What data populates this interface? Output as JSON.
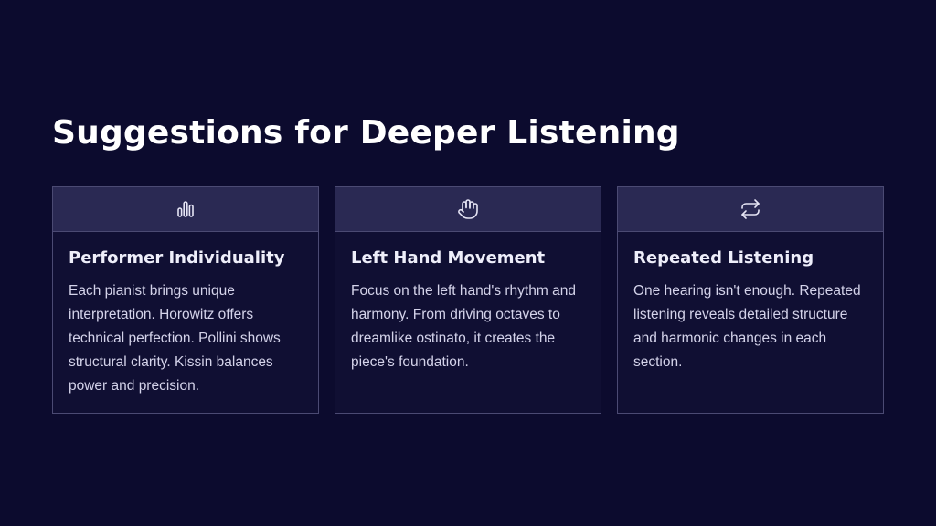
{
  "heading": "Suggestions for Deeper Listening",
  "colors": {
    "background": "#0c0b2e",
    "card_header": "#2a2953",
    "card_border": "#4b4a73",
    "icon": "#e6e5f5"
  },
  "cards": [
    {
      "icon": "bar-chart-icon",
      "title": "Performer Individuality",
      "text": "Each pianist brings unique interpretation. Horowitz offers technical perfection. Pollini shows structural clarity. Kissin balances power and precision."
    },
    {
      "icon": "hand-icon",
      "title": "Left Hand Movement",
      "text": "Focus on the left hand's rhythm and harmony. From driving octaves to dreamlike ostinato, it creates the piece's foundation."
    },
    {
      "icon": "repeat-icon",
      "title": "Repeated Listening",
      "text": "One hearing isn't enough. Repeated listening reveals detailed structure and harmonic changes in each section."
    }
  ]
}
